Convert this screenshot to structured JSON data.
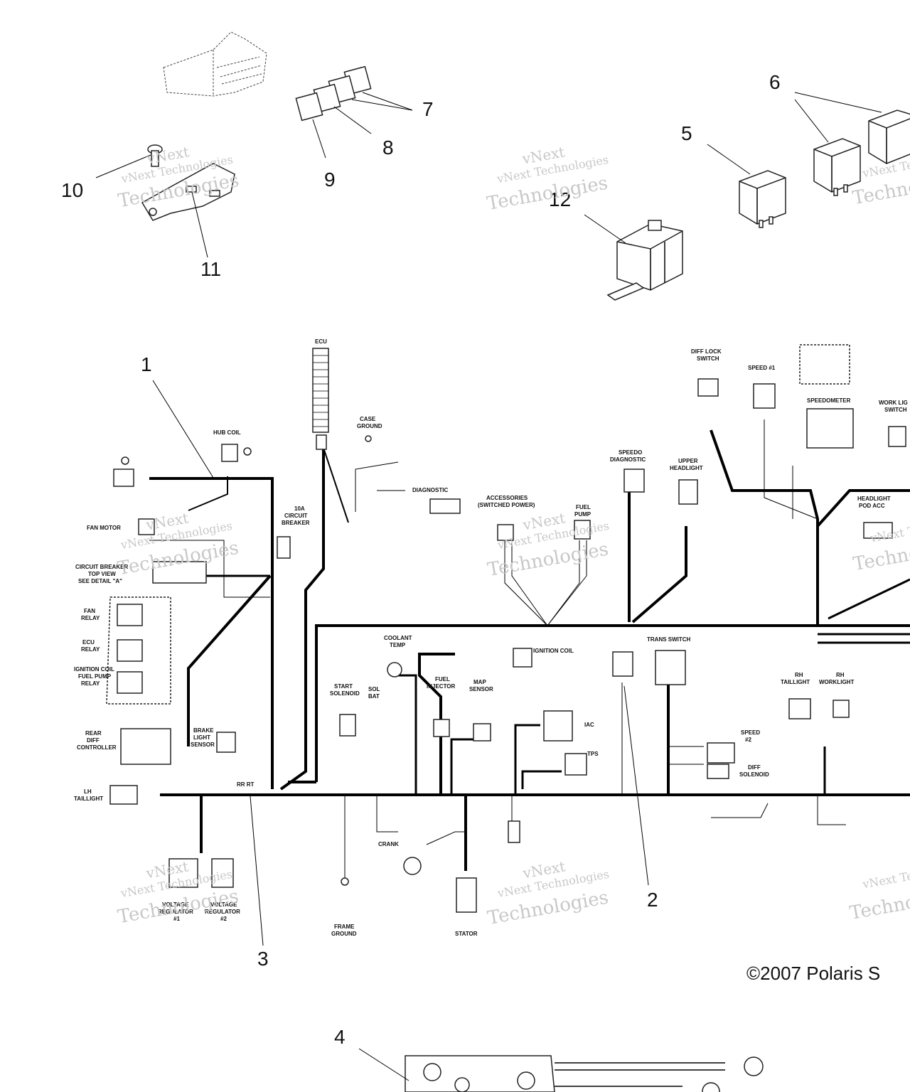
{
  "callouts": {
    "c1": "1",
    "c2": "2",
    "c3": "3",
    "c4": "4",
    "c5": "5",
    "c6": "6",
    "c7": "7",
    "c8": "8",
    "c9": "9",
    "c10": "10",
    "c11": "11",
    "c12": "12"
  },
  "watermark": {
    "line1": "vNext Technologies",
    "line2": "Technologies",
    "small": "vNext"
  },
  "copyright": "©2007 Polaris S",
  "labels": {
    "ecu": "ECU",
    "hub_coil": "HUB COIL",
    "fan_motor": "FAN MOTOR",
    "circuit_breaker_1": "CIRCUIT BREAKER",
    "circuit_breaker_2": "TOP VIEW",
    "circuit_breaker_3": "SEE DETAIL \"A\"",
    "fan_relay_1": "FAN",
    "fan_relay_2": "RELAY",
    "ecu_relay_1": "ECU",
    "ecu_relay_2": "RELAY",
    "ign_relay_1": "IGNITION COIL",
    "ign_relay_2": "FUEL PUMP",
    "ign_relay_3": "RELAY",
    "cb_10a_1": "10A",
    "cb_10a_2": "CIRCUIT",
    "cb_10a_3": "BREAKER",
    "case_ground_1": "CASE",
    "case_ground_2": "GROUND",
    "diagnostic": "DIAGNOSTIC",
    "accessories_1": "ACCESSORIES",
    "accessories_2": "(SWITCHED POWER)",
    "fuel_pump_1": "FUEL",
    "fuel_pump_2": "PUMP",
    "speedo_diag_1": "SPEEDO",
    "speedo_diag_2": "DIAGNOSTIC",
    "upper_headlight_1": "UPPER",
    "upper_headlight_2": "HEADLIGHT",
    "diff_lock_1": "DIFF LOCK",
    "diff_lock_2": "SWITCH",
    "speed1": "SPEED #1",
    "speedometer": "SPEEDOMETER",
    "work_light_1": "WORK LIG",
    "work_light_2": "SWITCH",
    "headlight_pod_1": "HEADLIGHT",
    "headlight_pod_2": "POD ACC",
    "rear_diff_1": "REAR",
    "rear_diff_2": "DIFF",
    "rear_diff_3": "CONTROLLER",
    "brake_light_1": "BRAKE",
    "brake_light_2": "LIGHT",
    "brake_light_3": "SENSOR",
    "coolant_1": "COOLANT",
    "coolant_2": "TEMP",
    "ignition_coil": "IGNITION COIL",
    "start_sol_1": "START",
    "start_sol_2": "SOLENOID",
    "sol_bat_1": "SOL",
    "sol_bat_2": "BAT",
    "fuel_inj_1": "FUEL",
    "fuel_inj_2": "INJECTOR",
    "map_1": "MAP",
    "map_2": "SENSOR",
    "trans_switch": "TRANS SWITCH",
    "iac": "IAC",
    "tps": "TPS",
    "speed2_1": "SPEED",
    "speed2_2": "#2",
    "diff_sol_1": "DIFF",
    "diff_sol_2": "SOLENOID",
    "rh_tail_1": "RH",
    "rh_tail_2": "TAILLIGHT",
    "rh_work_1": "RH",
    "rh_work_2": "WORKLIGHT",
    "lh_tail_1": "LH",
    "lh_tail_2": "TAILLIGHT",
    "crank": "CRANK",
    "stator": "STATOR",
    "frame_ground_1": "FRAME",
    "frame_ground_2": "GROUND",
    "vr1_1": "VOLTAGE",
    "vr1_2": "REGULATOR",
    "vr1_3": "#1",
    "vr2_1": "VOLTAGE",
    "vr2_2": "REGULATOR",
    "vr2_3": "#2",
    "rr_rt": "RR RT"
  }
}
